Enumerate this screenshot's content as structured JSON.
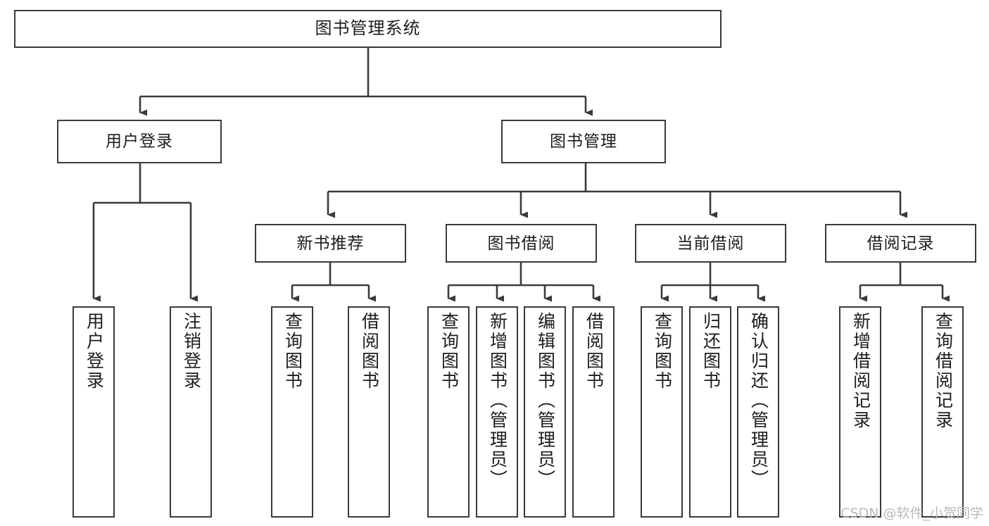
{
  "diagram": {
    "title": "图书管理系统",
    "watermark": "CSDN @软件_小贺同学",
    "colors": {
      "box_border": "#3a3a3a",
      "box_fill": "#ffffff",
      "line": "#3a3a3a",
      "text": "#1d1d1d",
      "watermark": "#b9b9b9"
    },
    "levels": {
      "root": {
        "label": "图书管理系统"
      },
      "level2": [
        {
          "label": "用户登录"
        },
        {
          "label": "图书管理"
        }
      ],
      "level3": [
        {
          "label": "新书推荐"
        },
        {
          "label": "图书借阅"
        },
        {
          "label": "当前借阅"
        },
        {
          "label": "借阅记录"
        }
      ],
      "leaves": {
        "user_login": [
          {
            "label": "用户登录"
          },
          {
            "label": "注销登录"
          }
        ],
        "new_book_recommend": [
          {
            "label": "查询图书"
          },
          {
            "label": "借阅图书"
          }
        ],
        "book_borrow": [
          {
            "label": "查询图书"
          },
          {
            "label": "新增图书（管理员）"
          },
          {
            "label": "编辑图书（管理员）"
          },
          {
            "label": "借阅图书"
          }
        ],
        "current_borrow": [
          {
            "label": "查询图书"
          },
          {
            "label": "归还图书"
          },
          {
            "label": "确认归还（管理员）"
          }
        ],
        "borrow_record": [
          {
            "label": "新增借阅记录"
          },
          {
            "label": "查询借阅记录"
          }
        ]
      }
    }
  }
}
